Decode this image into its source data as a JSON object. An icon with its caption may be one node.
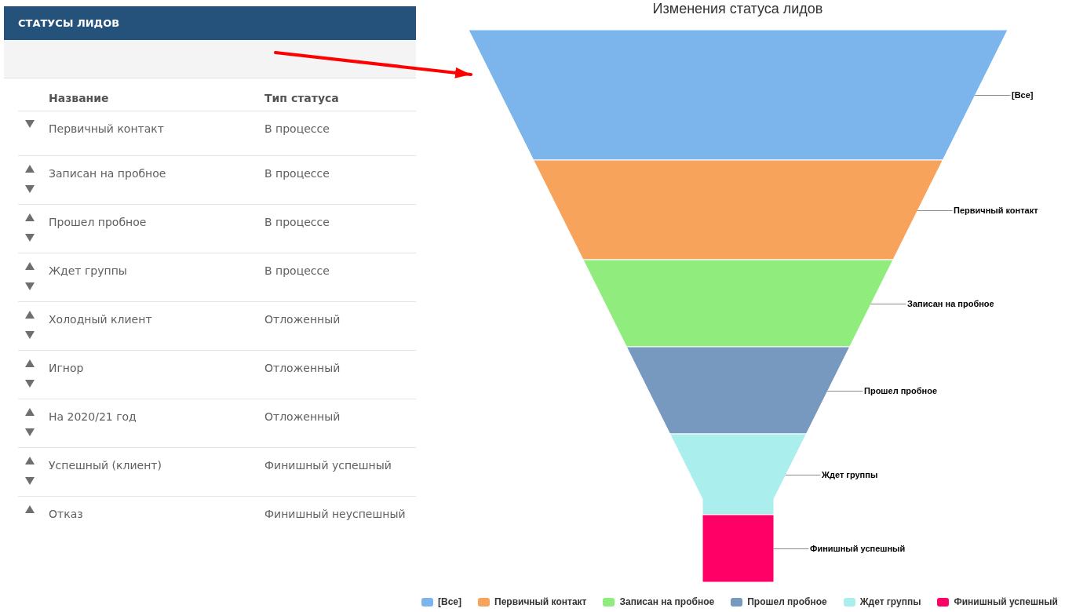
{
  "diagram": {
    "title": "Изменения статуса лидов",
    "nodes": [
      {
        "text": [
          "СТАТУСЫ ЛИДОВ"
        ]
      },
      {
        "text": [],
        "shape": "bar"
      },
      {
        "text": [],
        "shape": "trapezoid"
      },
      {
        "text": [
          "[Все]"
        ]
      },
      {
        "text": [],
        "shape": "trapezoid"
      },
      {
        "text": [
          "Первичный контакт"
        ]
      },
      {
        "text": [],
        "shape": "trapezoid"
      },
      {
        "text": [
          "Записан на пробное"
        ]
      },
      {
        "text": [],
        "shape": "trapezoid"
      },
      {
        "text": [
          "Прошел пробное"
        ]
      },
      {
        "text": [],
        "shape": "trapezoid"
      },
      {
        "text": [
          "Ждет группы"
        ]
      },
      {
        "text": [],
        "shape": "box"
      },
      {
        "text": [
          "Финишный успешный"
        ]
      }
    ],
    "edges": [
      {
        "from": 1,
        "to": 2,
        "arrow": "to",
        "style": "thick",
        "color": "#ff0000"
      },
      {
        "from": 3,
        "to": 2,
        "arrow": "none"
      },
      {
        "from": 5,
        "to": 4,
        "arrow": "none"
      },
      {
        "from": 7,
        "to": 6,
        "arrow": "none"
      },
      {
        "from": 9,
        "to": 8,
        "arrow": "none"
      },
      {
        "from": 11,
        "to": 10,
        "arrow": "none"
      },
      {
        "from": 13,
        "to": 12,
        "arrow": "none"
      }
    ],
    "labels": [
      "Название",
      "Тип статуса",
      "Первичный контакт",
      "В процессе",
      "Записан на пробное",
      "В процессе",
      "Прошел пробное",
      "В процессе",
      "Ждет группы",
      "В процессе",
      "Холодный клиент",
      "Отложенный",
      "Игнор",
      "Отложенный",
      "На 2020/21 год",
      "Отложенный",
      "Успешный (клиент)",
      "Финишный успешный",
      "Отказ",
      "Финишный неуспешный"
    ],
    "legend": [
      {
        "text": "[Все]",
        "color": "#7cb5ec"
      },
      {
        "text": "Первичный контакт",
        "color": "#f7a35c"
      },
      {
        "text": "Записан на пробное",
        "color": "#90ed7d"
      },
      {
        "text": "Прошел пробное",
        "color": "#7798bf"
      },
      {
        "text": "Ждет группы",
        "color": "#aaeeee"
      },
      {
        "text": "Финишный успешный",
        "color": "#ff0066"
      }
    ]
  }
}
